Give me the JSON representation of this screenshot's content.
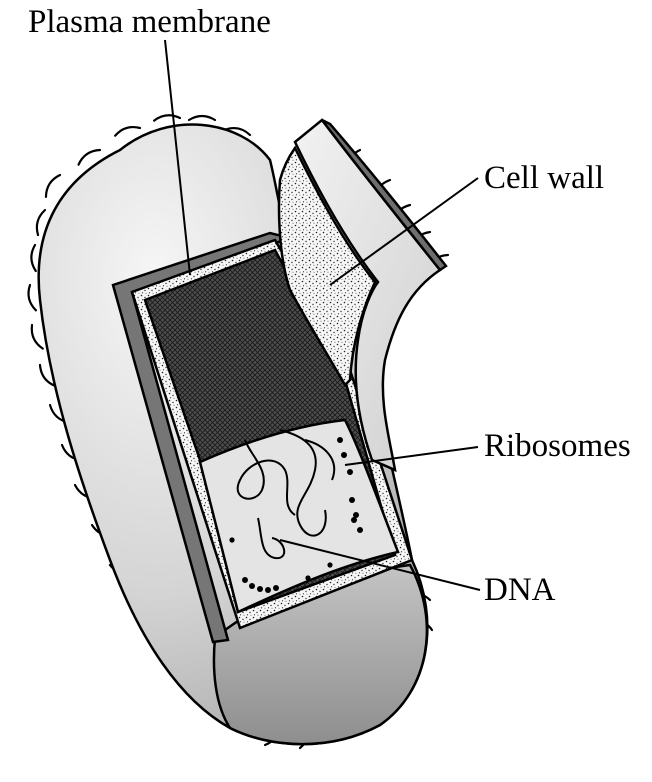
{
  "diagram": {
    "labels": {
      "plasma_membrane": "Plasma membrane",
      "cell_wall": "Cell wall",
      "ribosomes": "Ribosomes",
      "dna": "DNA"
    },
    "colors": {
      "cell_fill_light": "#f4f4f4",
      "cell_fill_dark": "#b5b5b5",
      "wall_band": "#777777",
      "cytoplasm_fill": "#e2e2e2",
      "ink": "#000000"
    }
  }
}
